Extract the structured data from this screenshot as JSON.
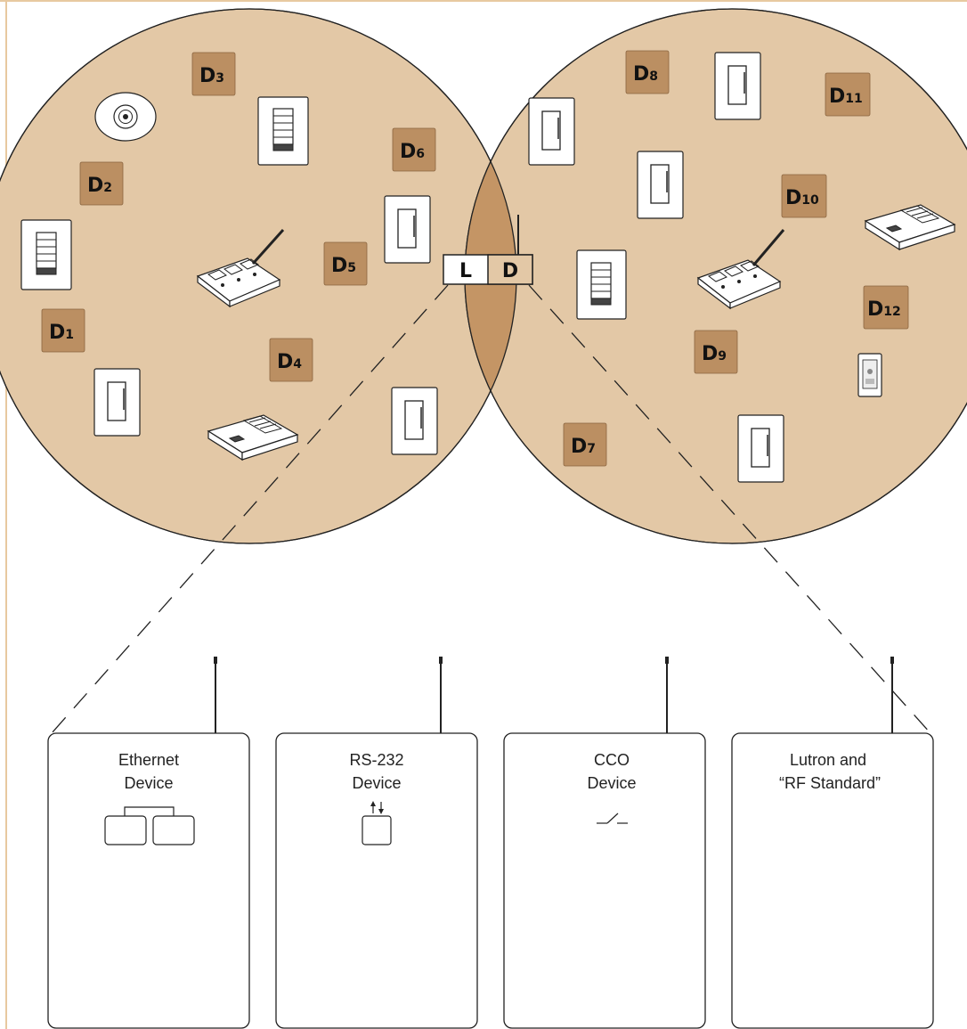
{
  "repeater": {
    "left_label": "L",
    "right_label": "D"
  },
  "devices": [
    {
      "letter": "D",
      "num": "1"
    },
    {
      "letter": "D",
      "num": "2"
    },
    {
      "letter": "D",
      "num": "3"
    },
    {
      "letter": "D",
      "num": "4"
    },
    {
      "letter": "D",
      "num": "5"
    },
    {
      "letter": "D",
      "num": "6"
    },
    {
      "letter": "D",
      "num": "7"
    },
    {
      "letter": "D",
      "num": "8"
    },
    {
      "letter": "D",
      "num": "9"
    },
    {
      "letter": "D",
      "num": "10"
    },
    {
      "letter": "D",
      "num": "11"
    },
    {
      "letter": "D",
      "num": "12"
    }
  ],
  "integration_boxes": [
    {
      "line1": "Ethernet",
      "line2": "Device",
      "icon": "ethernet-icon"
    },
    {
      "line1": "RS-232",
      "line2": "Device",
      "icon": "rs232-arrows-icon"
    },
    {
      "line1": "CCO",
      "line2": "Device",
      "icon": "contact-closure-icon"
    },
    {
      "line1": "Lutron and",
      "line2": "“RF Standard”",
      "icon": ""
    }
  ],
  "colors": {
    "circle_fill": "#e3c8a6",
    "overlap_fill": "#c49565",
    "tag_fill": "#bb8f62",
    "frame": "#e8c9a0",
    "stroke": "#222222"
  }
}
